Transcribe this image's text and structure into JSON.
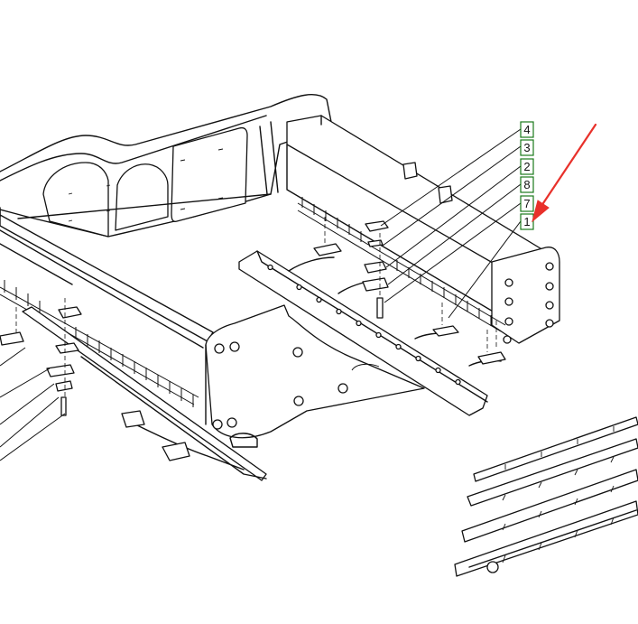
{
  "diagram": {
    "callouts": [
      {
        "id": "c4",
        "label": "4"
      },
      {
        "id": "c3",
        "label": "3"
      },
      {
        "id": "c2",
        "label": "2"
      },
      {
        "id": "c8",
        "label": "8"
      },
      {
        "id": "c7",
        "label": "7"
      },
      {
        "id": "c1",
        "label": "1"
      }
    ],
    "callout_color": "#1a7a1a",
    "arrow_color": "#e8302a",
    "arrow_target_label": "1"
  }
}
